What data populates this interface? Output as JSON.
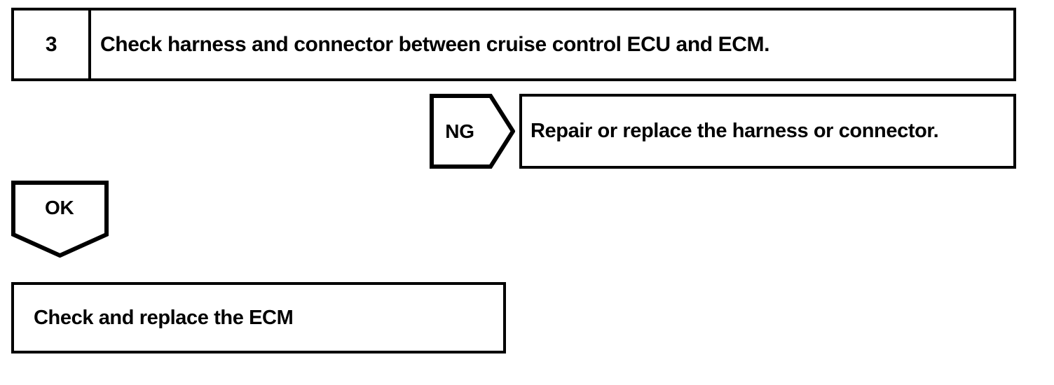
{
  "diagram": {
    "type": "troubleshooting-flowchart",
    "ink_color": "#000000",
    "background_color": "#ffffff",
    "step": {
      "number": "3",
      "instruction": "Check harness and connector between cruise control ECU and ECM."
    },
    "branches": [
      {
        "result_label": "NG",
        "arrow_direction": "right",
        "action": "Repair or replace the harness or connector."
      },
      {
        "result_label": "OK",
        "arrow_direction": "down",
        "action": "Check and replace the ECM"
      }
    ],
    "ng_label": "NG",
    "ng_action": "Repair or replace the harness or connector.",
    "ok_label": "OK",
    "ok_action": "Check and replace the ECM"
  }
}
